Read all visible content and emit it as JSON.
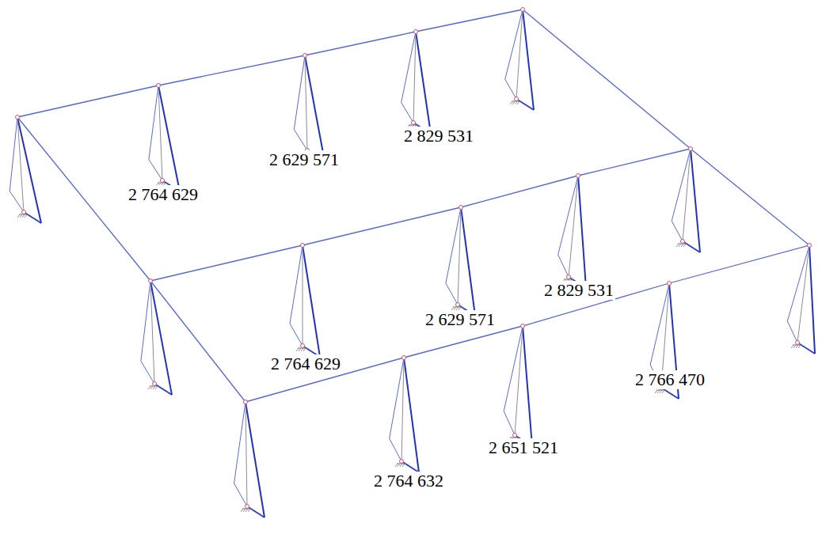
{
  "diagram": {
    "labels": [
      "2 764 629",
      "2 629 571",
      "2 829 531",
      "2 829 531",
      "2 629 571",
      "2 764 629",
      "2 766 470",
      "2 651 521",
      "2 764 632"
    ]
  }
}
